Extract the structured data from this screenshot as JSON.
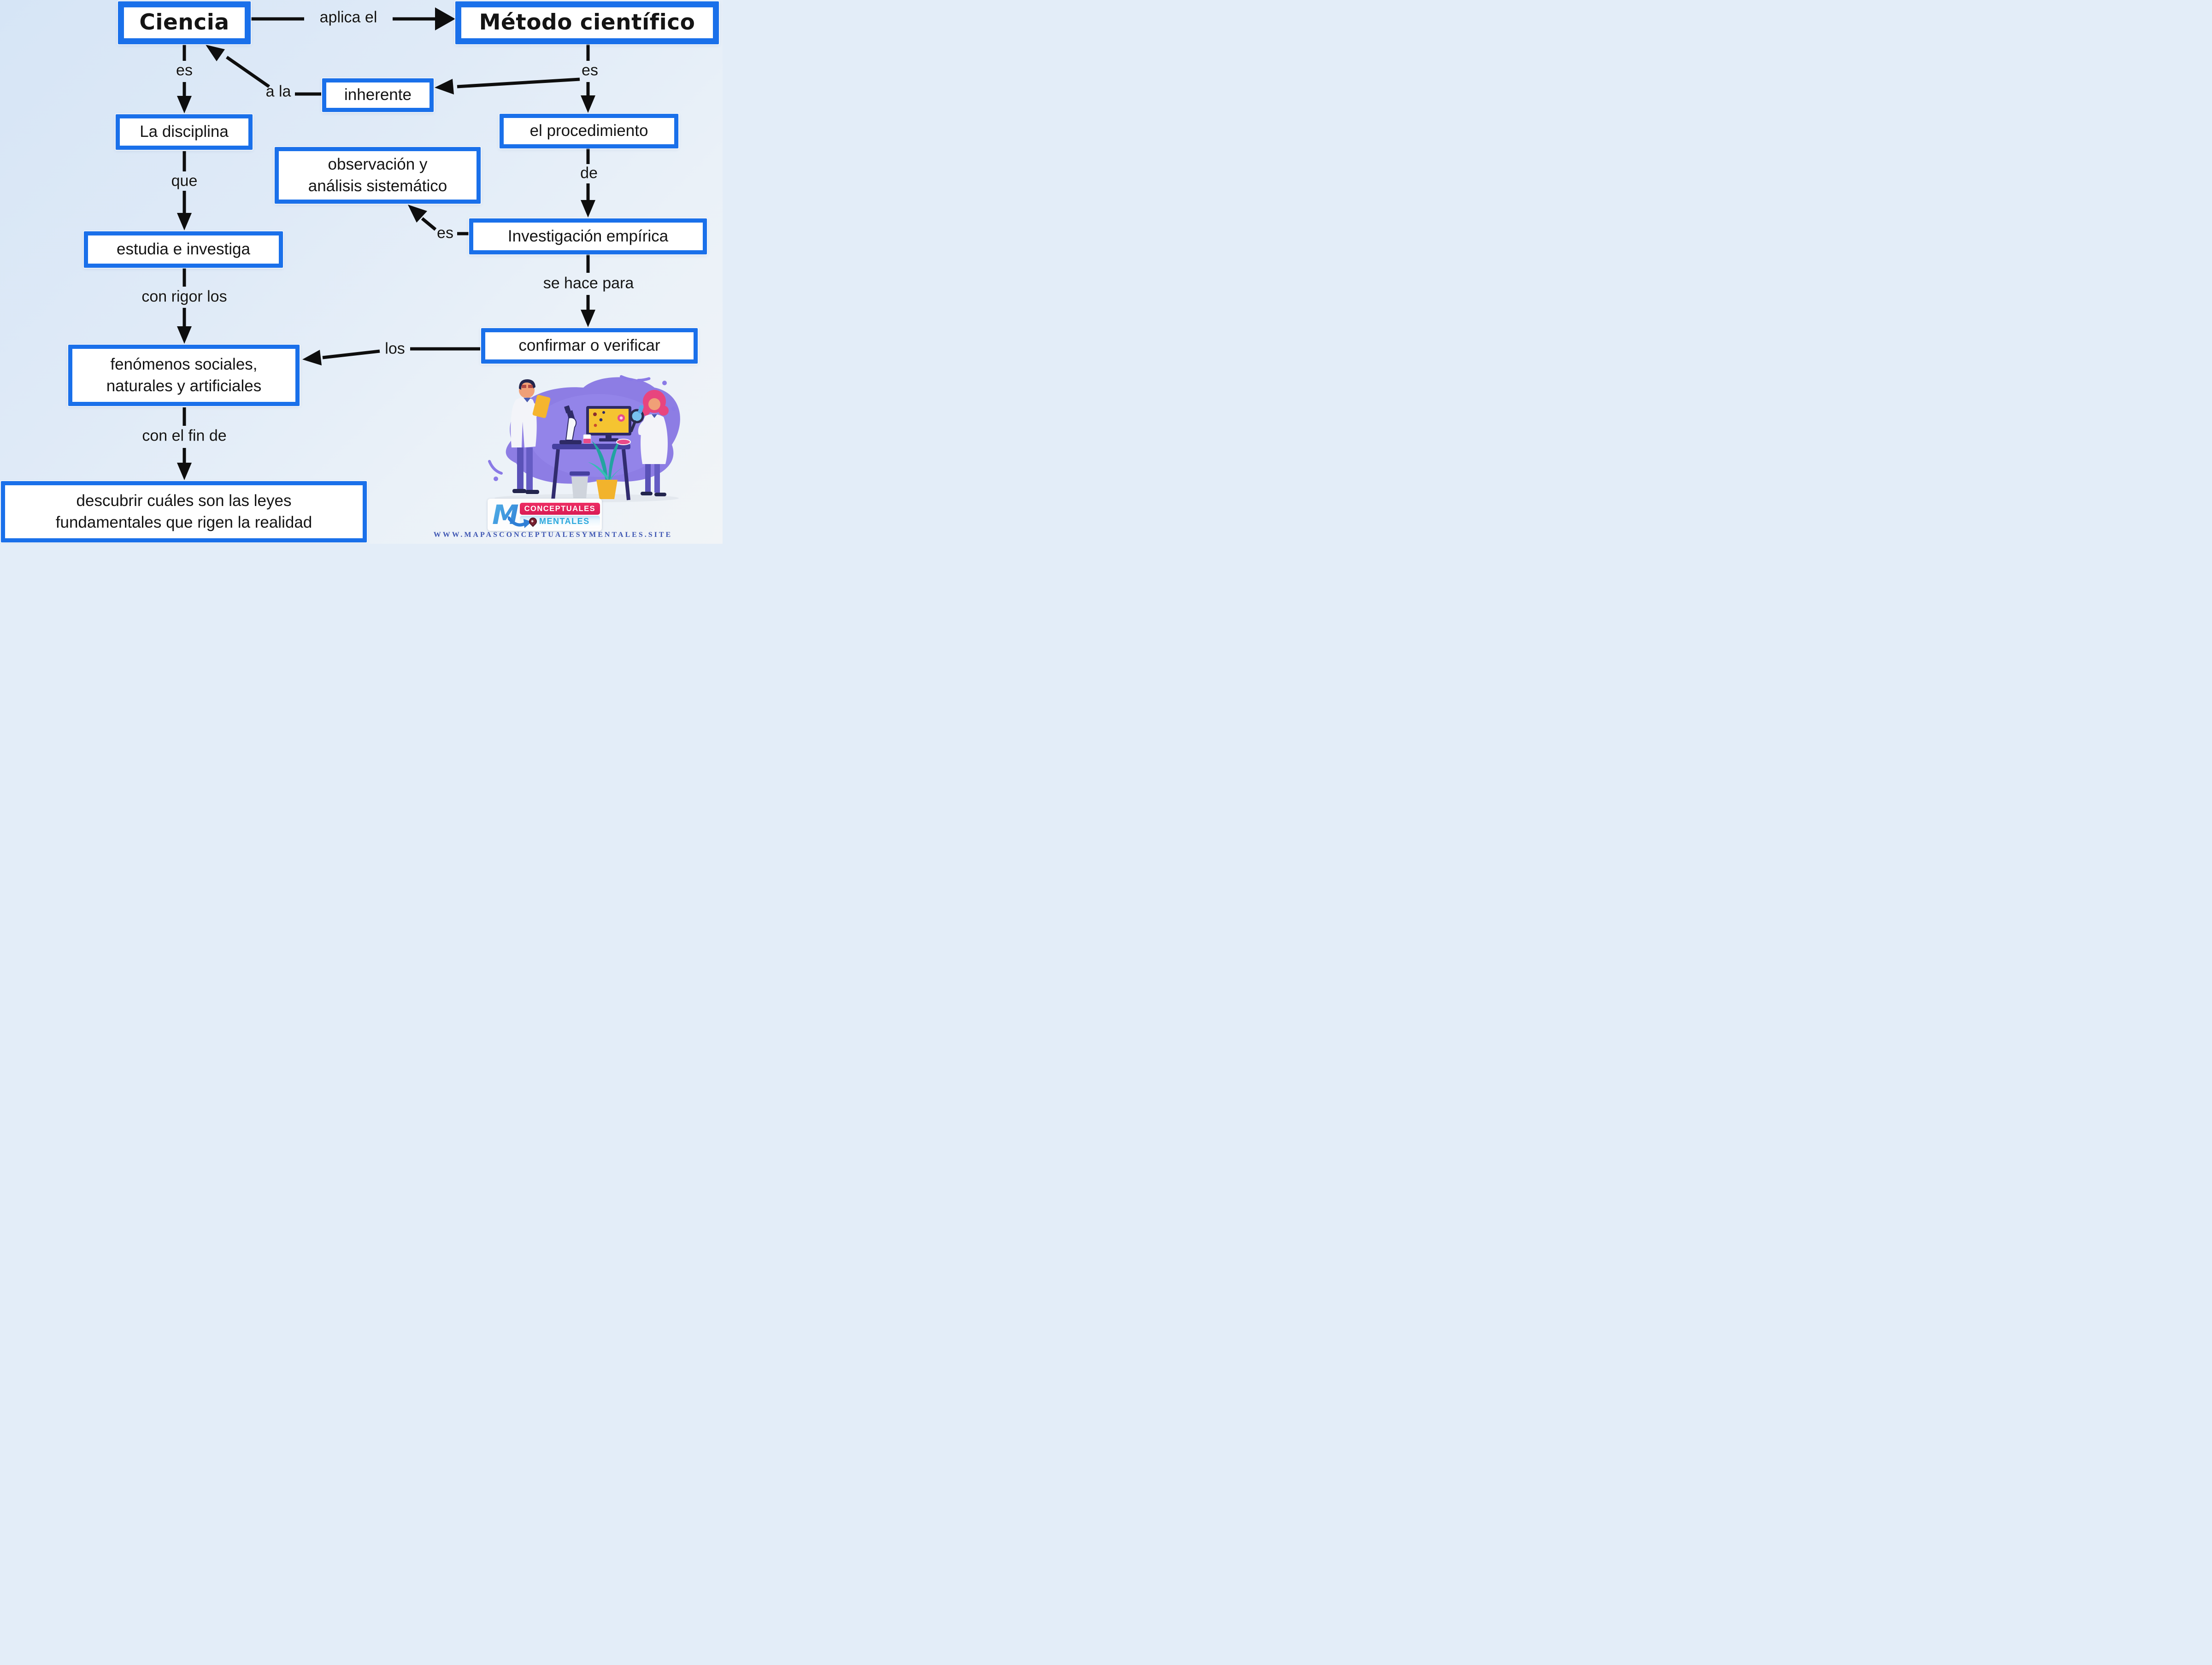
{
  "nodes": {
    "ciencia": {
      "label": "Ciencia"
    },
    "metodo_cientifico": {
      "label": "Método científico"
    },
    "inherente": {
      "label": "inherente"
    },
    "la_disciplina": {
      "label": "La disciplina"
    },
    "observacion": {
      "line1": "observación y",
      "line2": "análisis sistemático"
    },
    "el_procedimiento": {
      "label": "el procedimiento"
    },
    "investigacion_empirica": {
      "label": "Investigación empírica"
    },
    "estudia_e_investiga": {
      "label": "estudia e investiga"
    },
    "confirmar_o_verificar": {
      "label": "confirmar o verificar"
    },
    "fenomenos": {
      "line1": "fenómenos sociales,",
      "line2": "naturales y artificiales"
    },
    "descubrir": {
      "line1": "descubrir cuáles son las leyes",
      "line2": "fundamentales que rigen la realidad"
    }
  },
  "edge_labels": {
    "aplica_el": "aplica el",
    "es_left": "es",
    "a_la": "a la",
    "es_right": "es",
    "que": "que",
    "de": "de",
    "es_mid": "es",
    "con_rigor_los": "con rigor los",
    "se_hace_para": "se hace para",
    "los": "los",
    "con_el_fin_de": "con el fin de"
  },
  "branding": {
    "logo_m": "M",
    "logo_top": "CONCEPTUALES",
    "logo_bottom": "MENTALES",
    "url": "WWW.MAPASCONCEPTUALESYMENTALES.SITE"
  },
  "icons": {
    "location_pin": "location-pin-icon",
    "swoosh": "curved-arrow-icon"
  },
  "colors": {
    "background_top": "#d6e5f6",
    "background_bottom": "#f1f4f7",
    "node_border": "#1a70ea",
    "node_fill": "#ffffff",
    "text": "#141414",
    "line": "#0e0e0e",
    "logo_pink": "#e02a5e",
    "logo_blue": "#2ba8dc",
    "url_blue": "#3d55b2",
    "blob_purple": "#8d7de4"
  },
  "illustration": {
    "name": "two-scientists-lab-illustration"
  }
}
